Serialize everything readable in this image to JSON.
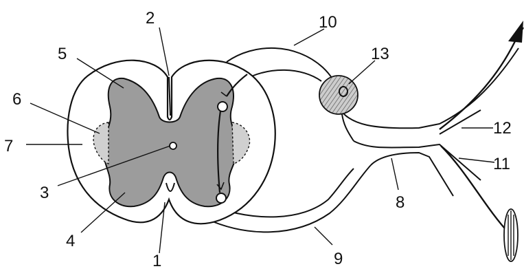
{
  "diagram": {
    "labels": {
      "l1": "1",
      "l2": "2",
      "l3": "3",
      "l4": "4",
      "l5": "5",
      "l6": "6",
      "l7": "7",
      "l8": "8",
      "l9": "9",
      "l10": "10",
      "l11": "11",
      "l12": "12",
      "l13": "13"
    },
    "colors": {
      "line": "#111111",
      "gray_matter": "#9a9a9a",
      "lateral_horn": "#cfcfcf",
      "ganglion_hatch": "#8c8c8c",
      "background": "#ffffff"
    }
  }
}
